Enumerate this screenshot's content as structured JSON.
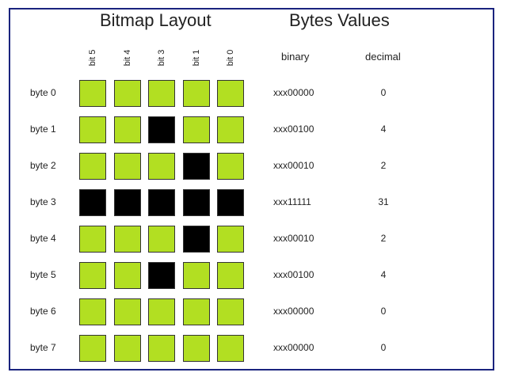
{
  "titles": {
    "left": "Bitmap Layout",
    "right": "Bytes Values"
  },
  "bit_headers": [
    "bit 5",
    "bit 4",
    "bit 3",
    "bit 1",
    "bit 0"
  ],
  "value_headers": {
    "binary": "binary",
    "decimal": "decimal"
  },
  "colors": {
    "on": "#000000",
    "off": "#b2df22",
    "border": "#1a237e"
  },
  "rows": [
    {
      "label": "byte 0",
      "bits": [
        0,
        0,
        0,
        0,
        0
      ],
      "binary": "xxx00000",
      "decimal": "0"
    },
    {
      "label": "byte 1",
      "bits": [
        0,
        0,
        1,
        0,
        0
      ],
      "binary": "xxx00100",
      "decimal": "4"
    },
    {
      "label": "byte 2",
      "bits": [
        0,
        0,
        0,
        1,
        0
      ],
      "binary": "xxx00010",
      "decimal": "2"
    },
    {
      "label": "byte 3",
      "bits": [
        1,
        1,
        1,
        1,
        1
      ],
      "binary": "xxx11111",
      "decimal": "31"
    },
    {
      "label": "byte 4",
      "bits": [
        0,
        0,
        0,
        1,
        0
      ],
      "binary": "xxx00010",
      "decimal": "2"
    },
    {
      "label": "byte 5",
      "bits": [
        0,
        0,
        1,
        0,
        0
      ],
      "binary": "xxx00100",
      "decimal": "4"
    },
    {
      "label": "byte 6",
      "bits": [
        0,
        0,
        0,
        0,
        0
      ],
      "binary": "xxx00000",
      "decimal": "0"
    },
    {
      "label": "byte 7",
      "bits": [
        0,
        0,
        0,
        0,
        0
      ],
      "binary": "xxx00000",
      "decimal": "0"
    }
  ]
}
